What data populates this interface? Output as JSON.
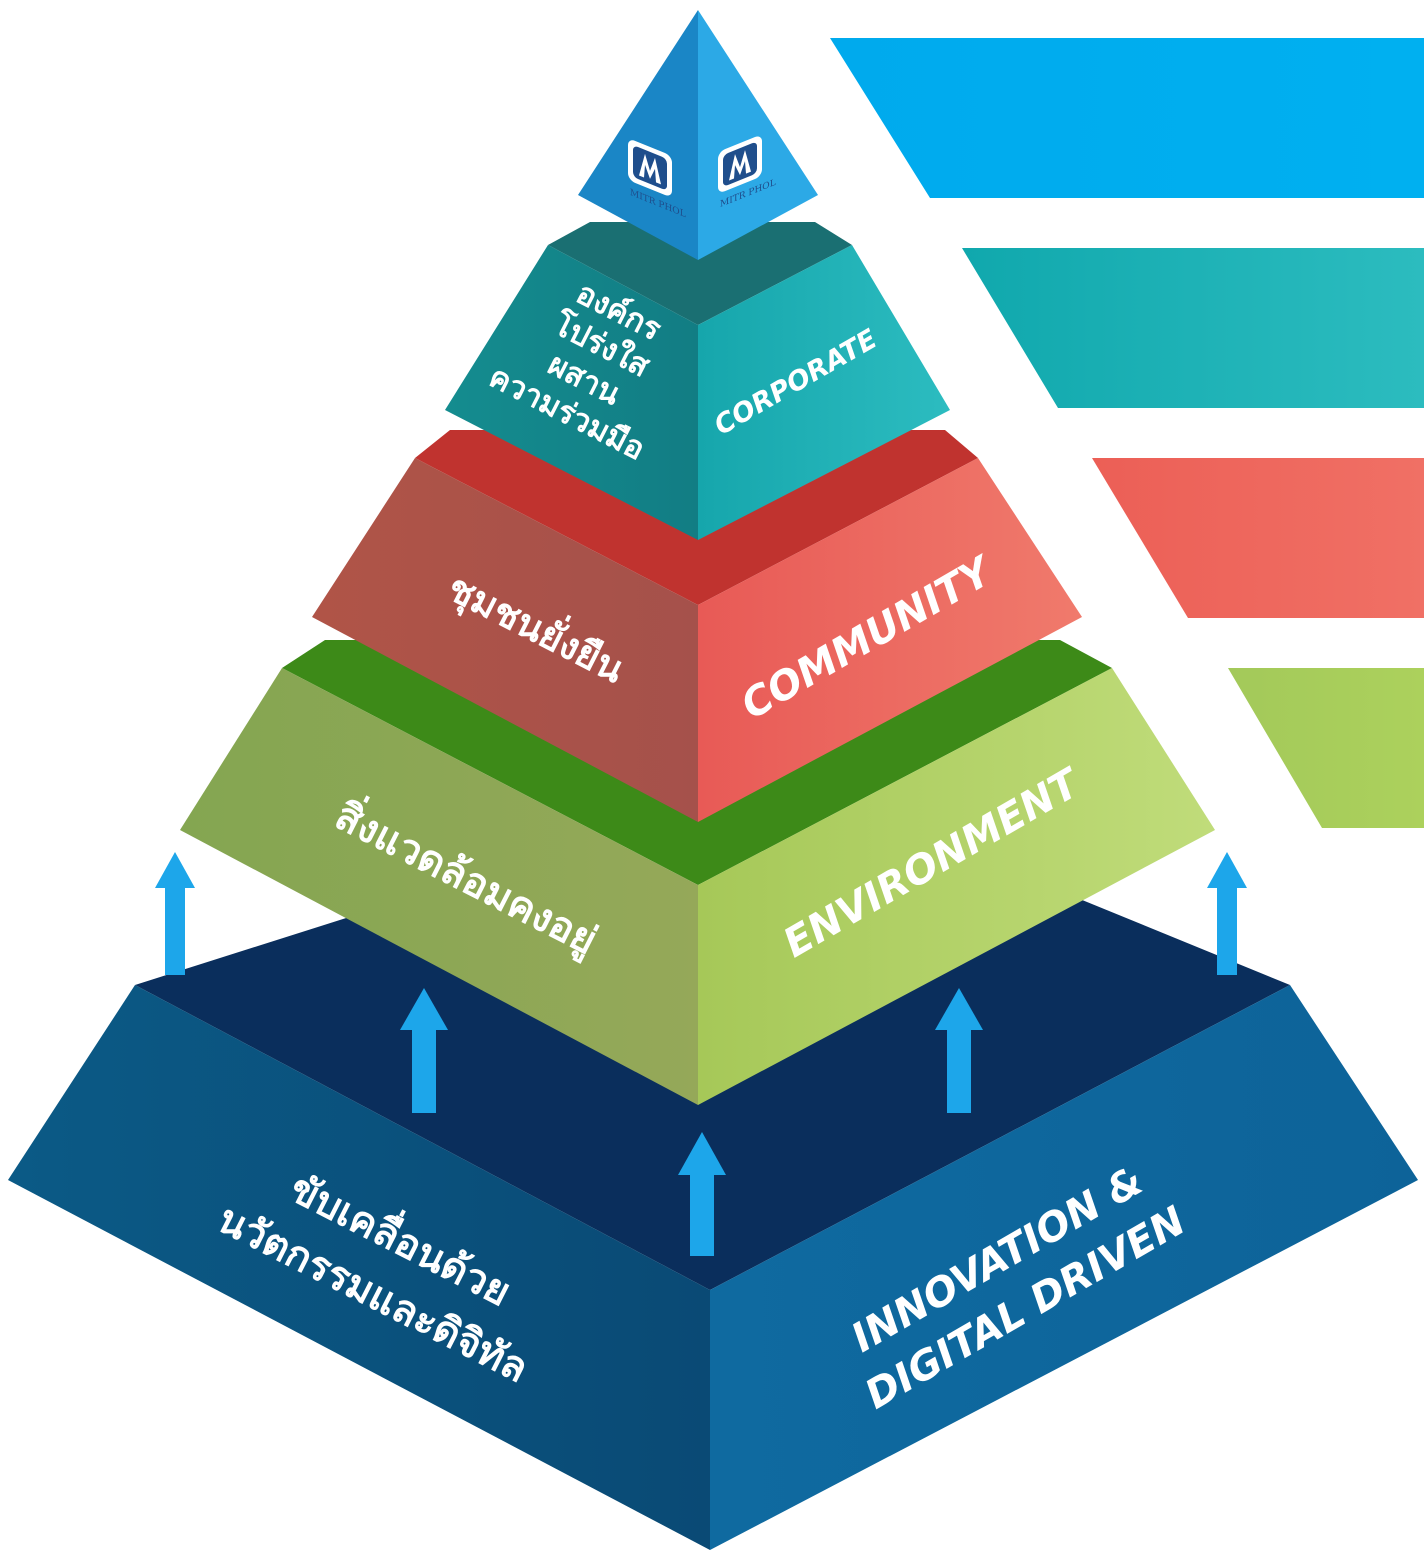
{
  "tiers": [
    {
      "id": "apex",
      "logo_text": "MITR PHOL",
      "color": "#1a9ad8"
    },
    {
      "id": "corporate",
      "thai": [
        "องค์กร",
        "โปร่งใส",
        "ผสาน",
        "ความร่วมมือ"
      ],
      "english": [
        "CORPORATE"
      ],
      "color": "#1ab1b5"
    },
    {
      "id": "community",
      "thai": [
        "ชุมชนยั่งยืน"
      ],
      "english": [
        "COMMUNITY"
      ],
      "color": "#ee6a60"
    },
    {
      "id": "environment",
      "thai": [
        "สิ่งแวดล้อมคงอยู่"
      ],
      "english": [
        "ENVIRONMENT"
      ],
      "color": "#a8cc5b"
    },
    {
      "id": "innovation",
      "thai": [
        "ขับเคลื่อนด้วย",
        "นวัตกรรมและดิจิทัล"
      ],
      "english": [
        "INNOVATION &",
        "DIGITAL DRIVEN"
      ],
      "color": "#0e5b8c"
    }
  ],
  "side_banners": [
    {
      "color": "#00adee"
    },
    {
      "color": "#1ab1b5"
    },
    {
      "color": "#ee6a60"
    },
    {
      "color": "#a8cc5b"
    }
  ],
  "arrow_color": "#1da6ea",
  "background": "#ffffff"
}
